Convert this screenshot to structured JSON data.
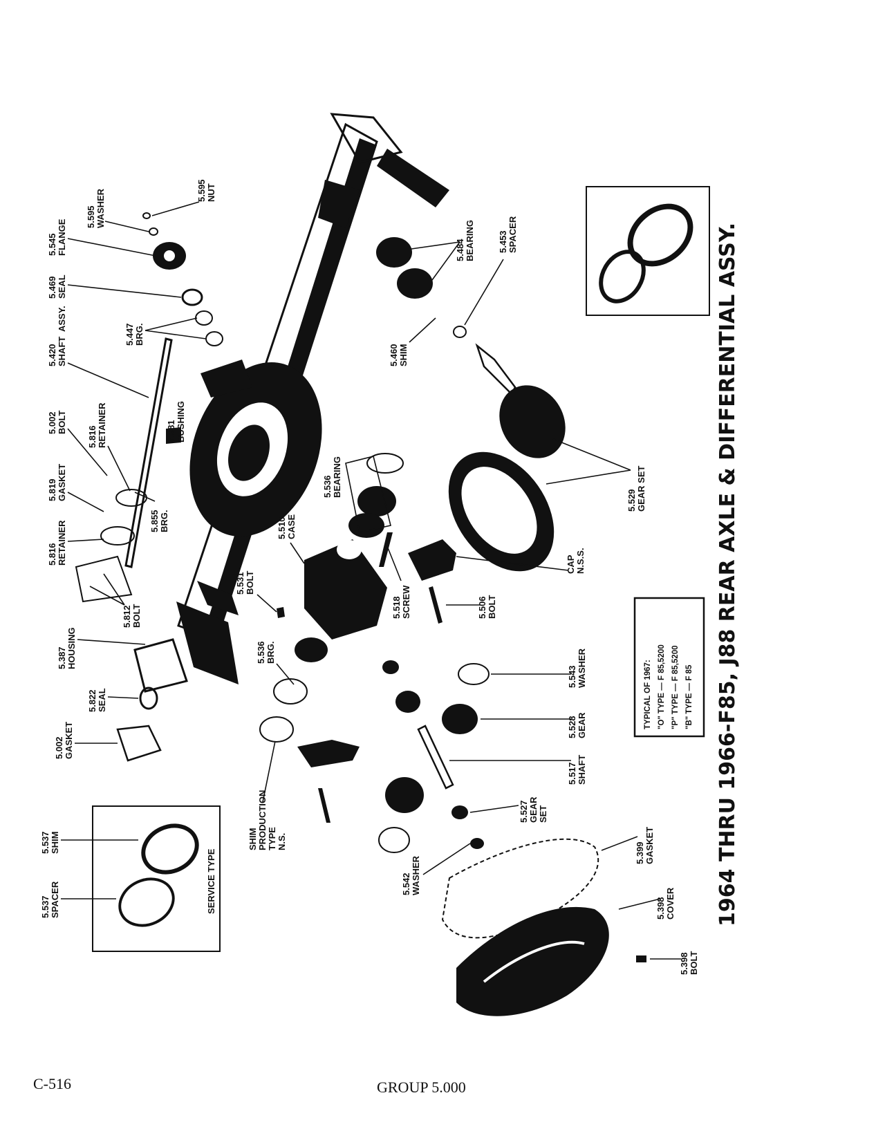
{
  "labels": {
    "nut_5595": [
      "5.595",
      "NUT"
    ],
    "washer_5595": [
      "5.595",
      "WASHER"
    ],
    "flange_5545": [
      "5.545",
      "FLANGE"
    ],
    "seal_5469": [
      "5.469",
      "SEAL"
    ],
    "brg_5447": [
      "5.447",
      "BRG."
    ],
    "shaft_5420": [
      "5.420",
      "SHAFT",
      "ASSY."
    ],
    "bolt_5002": [
      "5.002",
      "BOLT"
    ],
    "retainer_5816a": [
      "5.816",
      "RETAINER"
    ],
    "bushing_5381": [
      "5.381",
      "BUSHING"
    ],
    "gasket_5819": [
      "5.819",
      "GASKET"
    ],
    "brg_5855": [
      "5.855",
      "BRG."
    ],
    "retainer_5816b": [
      "5.816",
      "RETAINER"
    ],
    "bolt_5812": [
      "5.812",
      "BOLT"
    ],
    "housing_5387": [
      "5.387",
      "HOUSING"
    ],
    "seal_5822": [
      "5.822",
      "SEAL"
    ],
    "gasket_5002": [
      "5.002",
      "GASKET"
    ],
    "shim_5537": [
      "5.537",
      "SHIM"
    ],
    "spacer_5537": [
      "5.537",
      "SPACER"
    ],
    "service_type": "SERVICE TYPE",
    "shim_production": [
      "SHIM",
      "PRODUCTION",
      "TYPE",
      "N.S."
    ],
    "bearing_5484": [
      "5.484",
      "BEARING"
    ],
    "spacer_5453": [
      "5.453",
      "SPACER"
    ],
    "shim_5460": [
      "5.460",
      "SHIM"
    ],
    "gearset_5529": [
      "5.529",
      "GEAR SET"
    ],
    "bearing_5536": [
      "5.536",
      "BEARING"
    ],
    "case_5510": [
      "5.510",
      "CASE"
    ],
    "bolt_5531": [
      "5.531",
      "BOLT"
    ],
    "screw_5518": [
      "5.518",
      "SCREW"
    ],
    "cap_nss": [
      "CAP",
      "N.S.S."
    ],
    "bolt_5506": [
      "5.506",
      "BOLT"
    ],
    "brg_5536": [
      "5.536",
      "BRG."
    ],
    "washer_5543": [
      "5.543",
      "WASHER"
    ],
    "gear_5528": [
      "5.528",
      "GEAR"
    ],
    "shaft_5517": [
      "5.517",
      "SHAFT"
    ],
    "gearset_5527": [
      "5.527",
      "GEAR",
      "SET"
    ],
    "washer_5542": [
      "5.542",
      "WASHER"
    ],
    "gasket_5399": [
      "5.399",
      "GASKET"
    ],
    "cover_5398": [
      "5.398",
      "COVER"
    ],
    "bolt_5398": [
      "5.398",
      "BOLT"
    ]
  },
  "typical_note": [
    "TYPICAL OF 1967:",
    "\"O\" TYPE — F 85,5200",
    "\"P\" TYPE — F 85,5200",
    "\"B\" TYPE — F 85"
  ],
  "title": "1964 THRU 1966-F85, J88 REAR AXLE & DIFFERENTIAL ASSY.",
  "footer": {
    "page_code": "C-516",
    "group": "GROUP 5.000"
  }
}
